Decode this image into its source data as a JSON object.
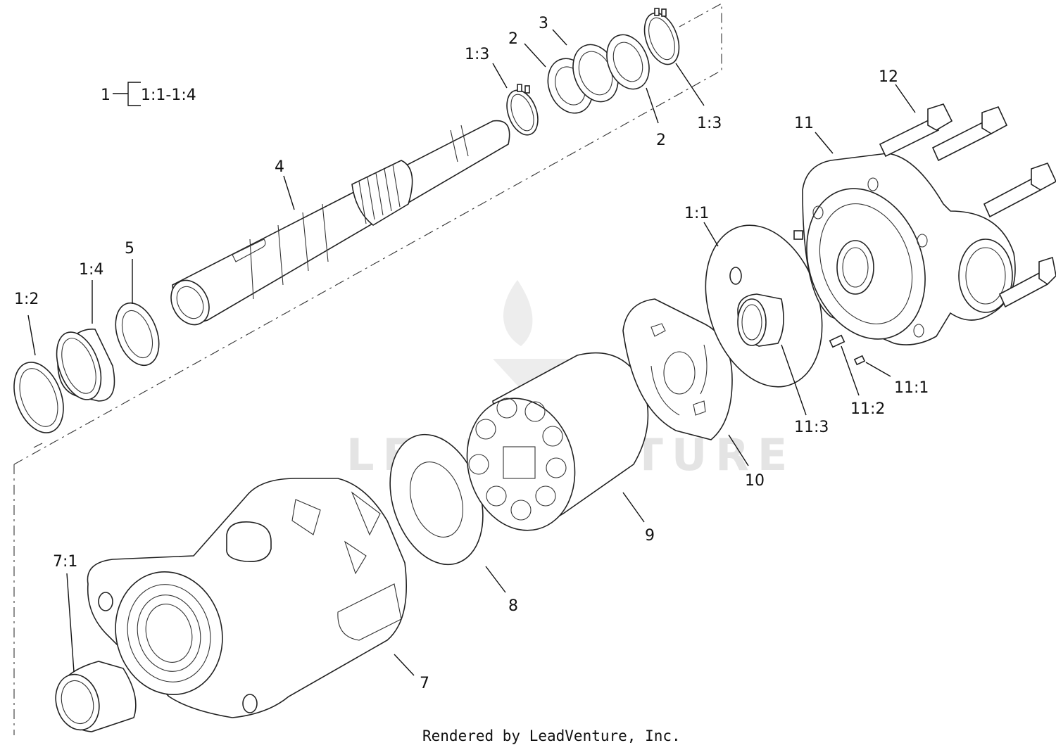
{
  "legend": {
    "parent": "1",
    "range": "1:1-1:4"
  },
  "callouts": {
    "c1_1": "1:1",
    "c1_2": "1:2",
    "c1_3a": "1:3",
    "c1_3b": "1:3",
    "c1_4": "1:4",
    "c2a": "2",
    "c2b": "2",
    "c3": "3",
    "c4": "4",
    "c5": "5",
    "c7": "7",
    "c7_1": "7:1",
    "c8": "8",
    "c9": "9",
    "c10": "10",
    "c11": "11",
    "c11_1": "11:1",
    "c11_2": "11:2",
    "c11_3": "11:3",
    "c12": "12"
  },
  "watermark": "LEADVENTURE",
  "credit": "Rendered by LeadVenture, Inc."
}
